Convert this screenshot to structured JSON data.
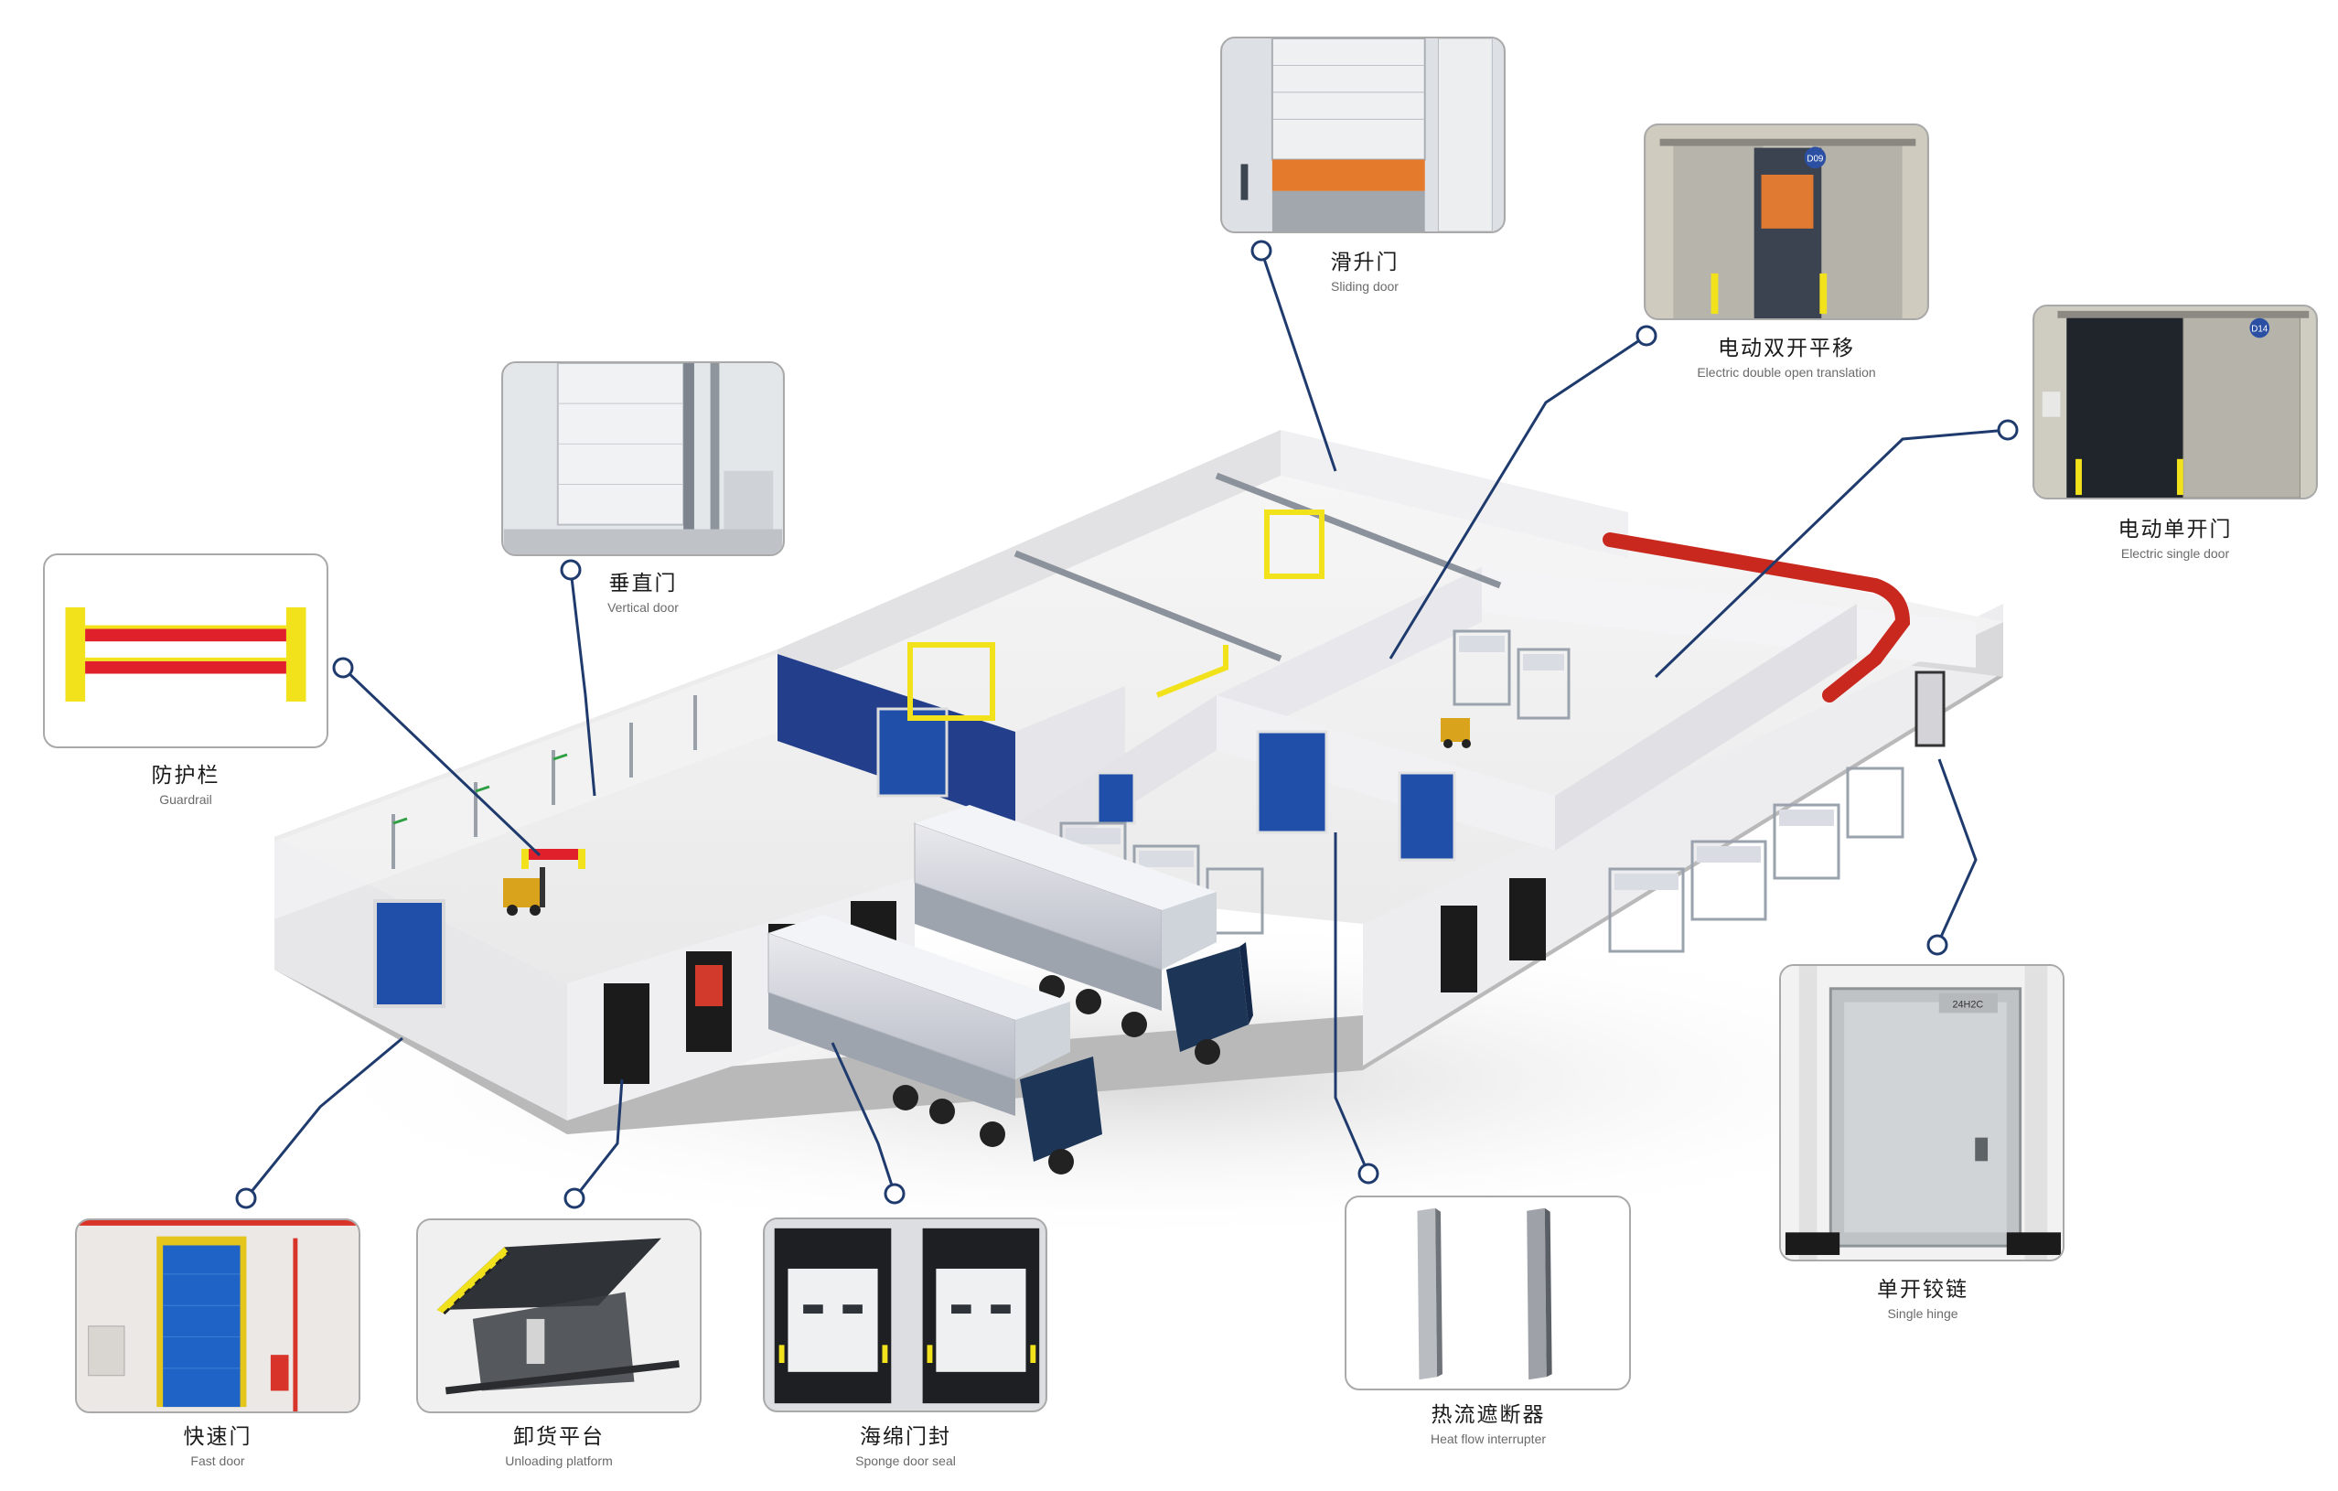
{
  "colors": {
    "connector": "#1f3b6e",
    "door_blue": "#1f4fa8",
    "guard_red": "#e0202a",
    "guard_yellow": "#f2e21c",
    "pipe_red": "#c8281e",
    "truck_cab": "#1d3557"
  },
  "items": [
    {
      "id": "guardrail",
      "cn": "防护栏",
      "en": "Guardrail"
    },
    {
      "id": "vertical",
      "cn": "垂直门",
      "en": "Vertical door"
    },
    {
      "id": "sliding",
      "cn": "滑升门",
      "en": "Sliding door"
    },
    {
      "id": "edouble",
      "cn": "电动双开平移",
      "en": "Electric double open translation"
    },
    {
      "id": "esingle",
      "cn": "电动单开门",
      "en": "Electric single door"
    },
    {
      "id": "hinge",
      "cn": "单开铰链",
      "en": "Single hinge"
    },
    {
      "id": "heatflow",
      "cn": "热流遮断器",
      "en": "Heat flow interrupter"
    },
    {
      "id": "sponge",
      "cn": "海绵门封",
      "en": "Sponge door seal"
    },
    {
      "id": "platform",
      "cn": "卸货平台",
      "en": "Unloading platform"
    },
    {
      "id": "fast",
      "cn": "快速门",
      "en": "Fast door"
    }
  ],
  "badges": {
    "d09": "D09",
    "d14": "D14",
    "plate": "24H2C"
  }
}
